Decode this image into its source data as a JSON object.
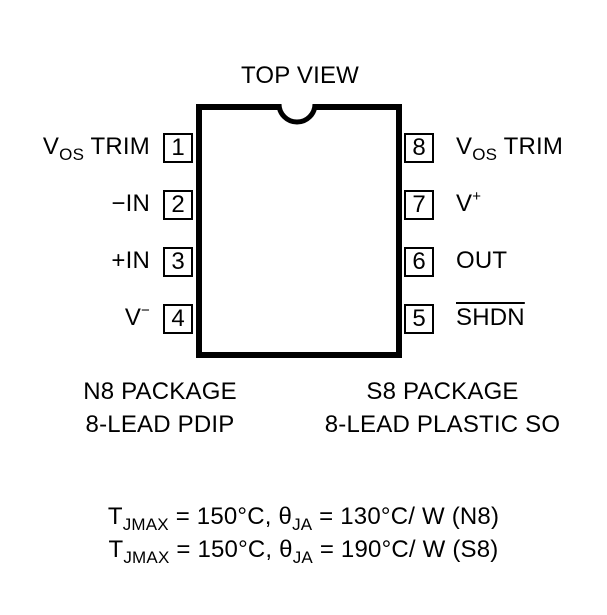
{
  "title": "TOP VIEW",
  "pins_left": [
    {
      "number": "1",
      "label_main": "V",
      "label_sub": "OS",
      "label_rest": " TRIM"
    },
    {
      "number": "2",
      "label": "−IN"
    },
    {
      "number": "3",
      "label": "+IN"
    },
    {
      "number": "4",
      "label_main": "V",
      "label_sup": "−"
    }
  ],
  "pins_right": [
    {
      "number": "8",
      "label_main": "V",
      "label_sub": "OS",
      "label_rest": " TRIM"
    },
    {
      "number": "7",
      "label_main": "V",
      "label_sup": "+"
    },
    {
      "number": "6",
      "label": "OUT"
    },
    {
      "number": "5",
      "label": "SHDN",
      "overline": true
    }
  ],
  "packages": {
    "left": {
      "line1": "N8 PACKAGE",
      "line2": "8-LEAD PDIP"
    },
    "right": {
      "line1": "S8 PACKAGE",
      "line2": "8-LEAD PLASTIC SO"
    }
  },
  "thermal": [
    {
      "t_main": "T",
      "t_sub": "JMAX",
      "t_eq": " = 150°C, ",
      "theta": "θ",
      "theta_sub": "JA",
      "rest": " = 130°C/ W (N8)"
    },
    {
      "t_main": "T",
      "t_sub": "JMAX",
      "t_eq": " = 150°C, ",
      "theta": "θ",
      "theta_sub": "JA",
      "rest": " = 190°C/ W (S8)"
    }
  ]
}
